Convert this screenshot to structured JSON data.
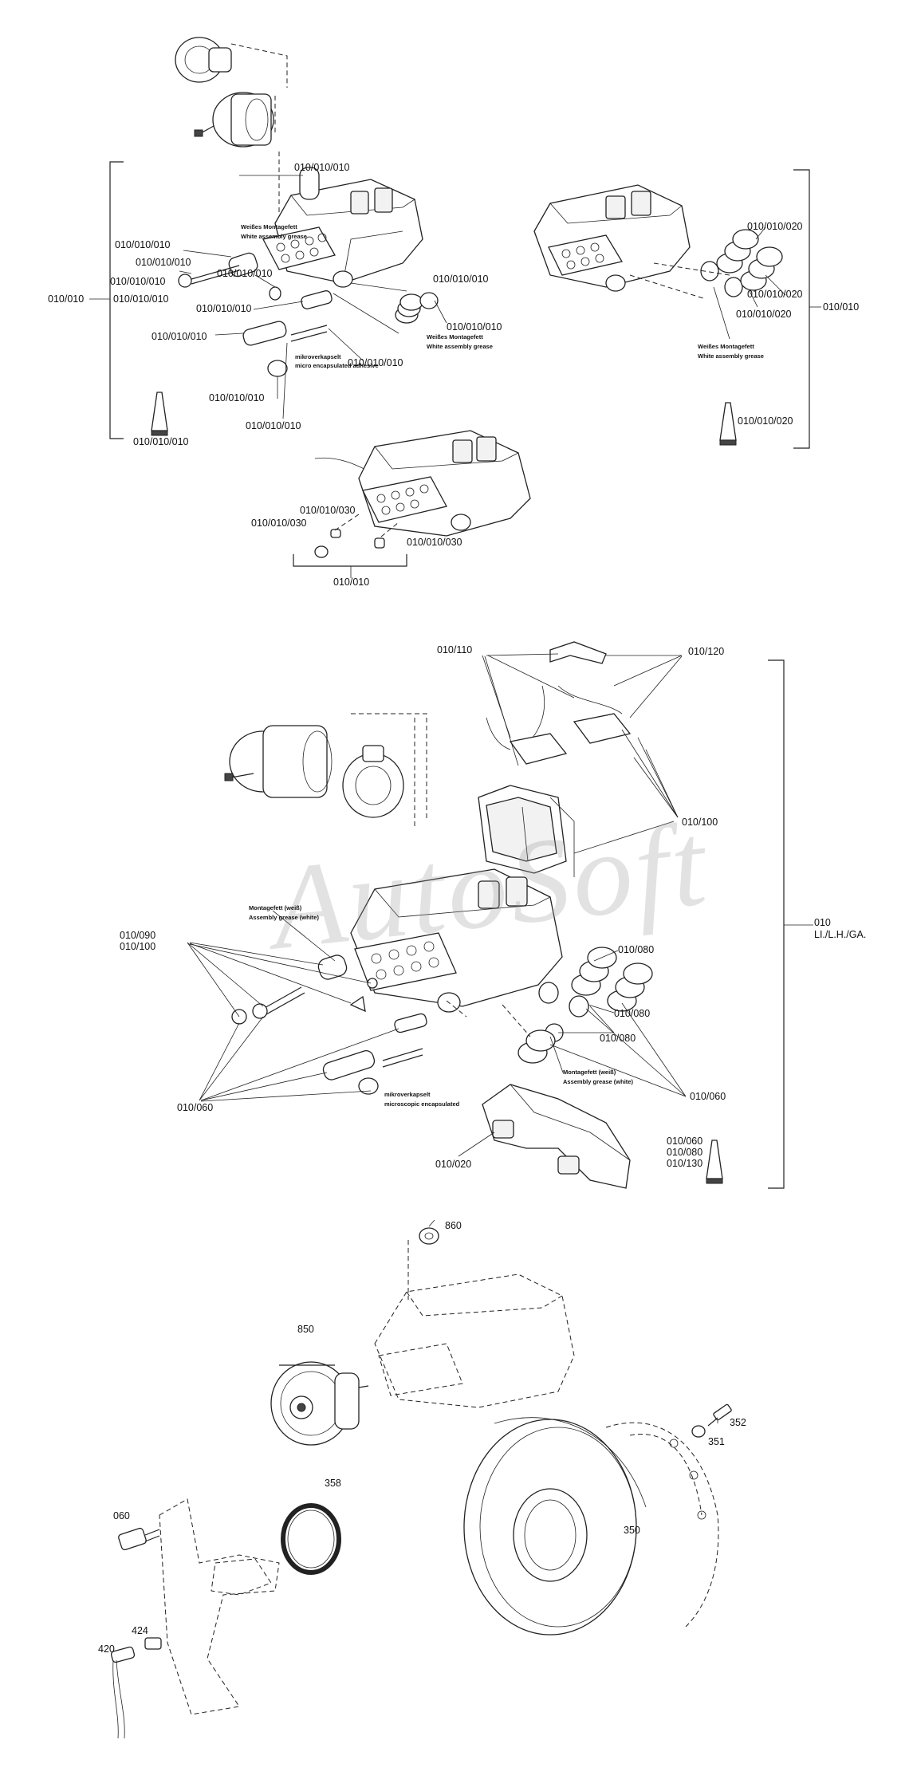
{
  "watermark": "AutoSoft",
  "notes": {
    "weisses_1": "Weißes Montagefett",
    "white_1": "White assembly grease",
    "weisses_2": "Weißes Montagefett",
    "white_2": "White assembly grease",
    "weisses_3": "Weißes Montagefett",
    "white_3": "White assembly grease",
    "mikro_1": "mikroverkapselt",
    "mikro_1b": "micro encapsulated adhesive",
    "montage_w1": "Montagefett (weiß)",
    "assembly_w1": "Assembly grease (white)",
    "montage_w2": "Montagefett (weiß)",
    "assembly_w2": "Assembly grease (white)",
    "mikro_2": "mikroverkapselt",
    "mikro_2b": "microscopic encapsulated"
  },
  "callouts": {
    "s1_010_010_010_top": "010/010/010",
    "s1_010_010_010_a": "010/010/010",
    "s1_010_010_010_b": "010/010/010",
    "s1_010_010_010_c": "010/010/010",
    "s1_010_010_010_d": "010/010/010",
    "s1_010_010_010_e": "010/010/010",
    "s1_010_010_010_f": "010/010/010",
    "s1_010_010_010_g": "010/010/010",
    "s1_010_010_010_h": "010/010/010",
    "s1_010_010_010_i": "010/010/010",
    "s1_010_010_010_j": "010/010/010",
    "s1_010_010_010_k": "010/010/010",
    "s1_010_010_010_tube": "010/010/010",
    "s1_bracket": "010/010",
    "s2_020_a": "010/010/020",
    "s2_020_b": "010/010/020",
    "s2_020_c": "010/010/020",
    "s2_020_tube": "010/010/020",
    "s2_bracket": "010/010",
    "s3_030_a": "010/010/030",
    "s3_030_b": "010/010/030",
    "s3_030_c": "010/010/030",
    "s3_bracket": "010/010",
    "m_110": "010/110",
    "m_120": "010/120",
    "m_100_pads": "010/100",
    "m_090": "010/090",
    "m_100": "010/100",
    "m_080_a": "010/080",
    "m_080_b": "010/080",
    "m_080_c": "010/080",
    "m_060_left": "010/060",
    "m_060_right": "010/060",
    "m_020": "010/020",
    "m_tube_060": "010/060",
    "m_tube_080": "010/080",
    "m_tube_130": "010/130",
    "m_bracket_num": "010",
    "m_bracket_side": "LI./L.H./GA.",
    "b_860": "860",
    "b_850": "850",
    "b_352": "352",
    "b_351": "351",
    "b_358": "358",
    "b_350": "350",
    "b_060": "060",
    "b_424": "424",
    "b_420": "420"
  }
}
